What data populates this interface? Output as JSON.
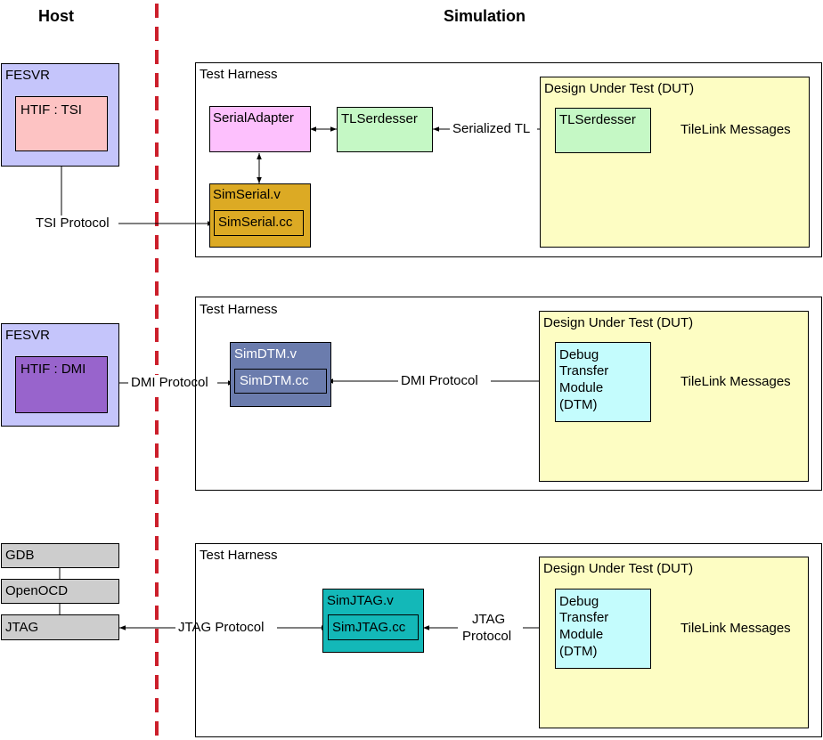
{
  "headers": {
    "host": "Host",
    "simulation": "Simulation"
  },
  "colors": {
    "fesvr": "#c5c5fb",
    "tsi": "#fdc3c3",
    "serial_adapter": "#fdc0fd",
    "tlserdesser": "#c5f8c5",
    "simserial": "#dcaa24",
    "dut": "#fdfdc3",
    "dmi": "#9864cc",
    "simdtm": "#6b7cad",
    "dtm": "#c4fcfd",
    "gray": "#cdcdcd",
    "simjtag": "#13b8b8",
    "divider": "#cc1f2b"
  },
  "section1": {
    "fesvr": "FESVR",
    "htif": "HTIF : TSI",
    "tsi_protocol": "TSI Protocol",
    "harness": "Test Harness",
    "serial_adapter": "SerialAdapter",
    "tlserdesser": "TLSerdesser",
    "serialized": "Serialized TL",
    "simserial_v": "SimSerial.v",
    "simserial_cc": "SimSerial.cc",
    "dut": "Design Under Test (DUT)",
    "dut_tlserdesser": "TLSerdesser",
    "tilelink": "TileLink Messages"
  },
  "section2": {
    "fesvr": "FESVR",
    "htif": "HTIF : DMI",
    "dmi_protocol_left": "DMI Protocol",
    "harness": "Test Harness",
    "simdtm_v": "SimDTM.v",
    "simdtm_cc": "SimDTM.cc",
    "dmi_protocol_right": "DMI Protocol",
    "dut": "Design Under Test (DUT)",
    "dtm_lines": [
      "Debug",
      "Transfer",
      "Module",
      "(DTM)"
    ],
    "tilelink": "TileLink Messages"
  },
  "section3": {
    "gdb": "GDB",
    "openocd": "OpenOCD",
    "jtag": "JTAG",
    "jtag_protocol_left": "JTAG Protocol",
    "harness": "Test Harness",
    "simjtag_v": "SimJTAG.v",
    "simjtag_cc": "SimJTAG.cc",
    "jtag_protocol_right_1": "JTAG",
    "jtag_protocol_right_2": "Protocol",
    "dut": "Design Under Test (DUT)",
    "dtm_lines": [
      "Debug",
      "Transfer",
      "Module",
      "(DTM)"
    ],
    "tilelink": "TileLink Messages"
  }
}
